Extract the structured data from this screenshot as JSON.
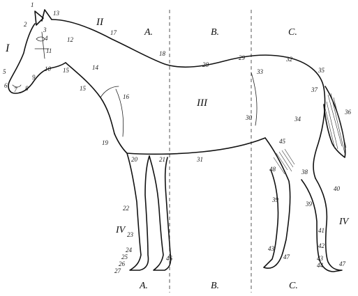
{
  "figure": {
    "regions": [
      "I",
      "II",
      "III",
      "IV",
      "IV"
    ],
    "sections_top": [
      "A.",
      "B.",
      "C."
    ],
    "sections_bottom": [
      "A.",
      "B.",
      "C."
    ],
    "numbers": [
      "1",
      "2",
      "3",
      "4",
      "5",
      "6",
      "7",
      "8",
      "9",
      "10",
      "11",
      "12",
      "13",
      "14",
      "15",
      "15",
      "16",
      "17",
      "18",
      "19",
      "20",
      "21",
      "22",
      "23",
      "24",
      "25",
      "26",
      "27",
      "28",
      "29",
      "30",
      "31",
      "32",
      "33",
      "34",
      "35",
      "36",
      "37",
      "38",
      "39",
      "39",
      "40",
      "41",
      "42",
      "43",
      "43",
      "44",
      "45",
      "46",
      "47",
      "47",
      "48"
    ]
  }
}
